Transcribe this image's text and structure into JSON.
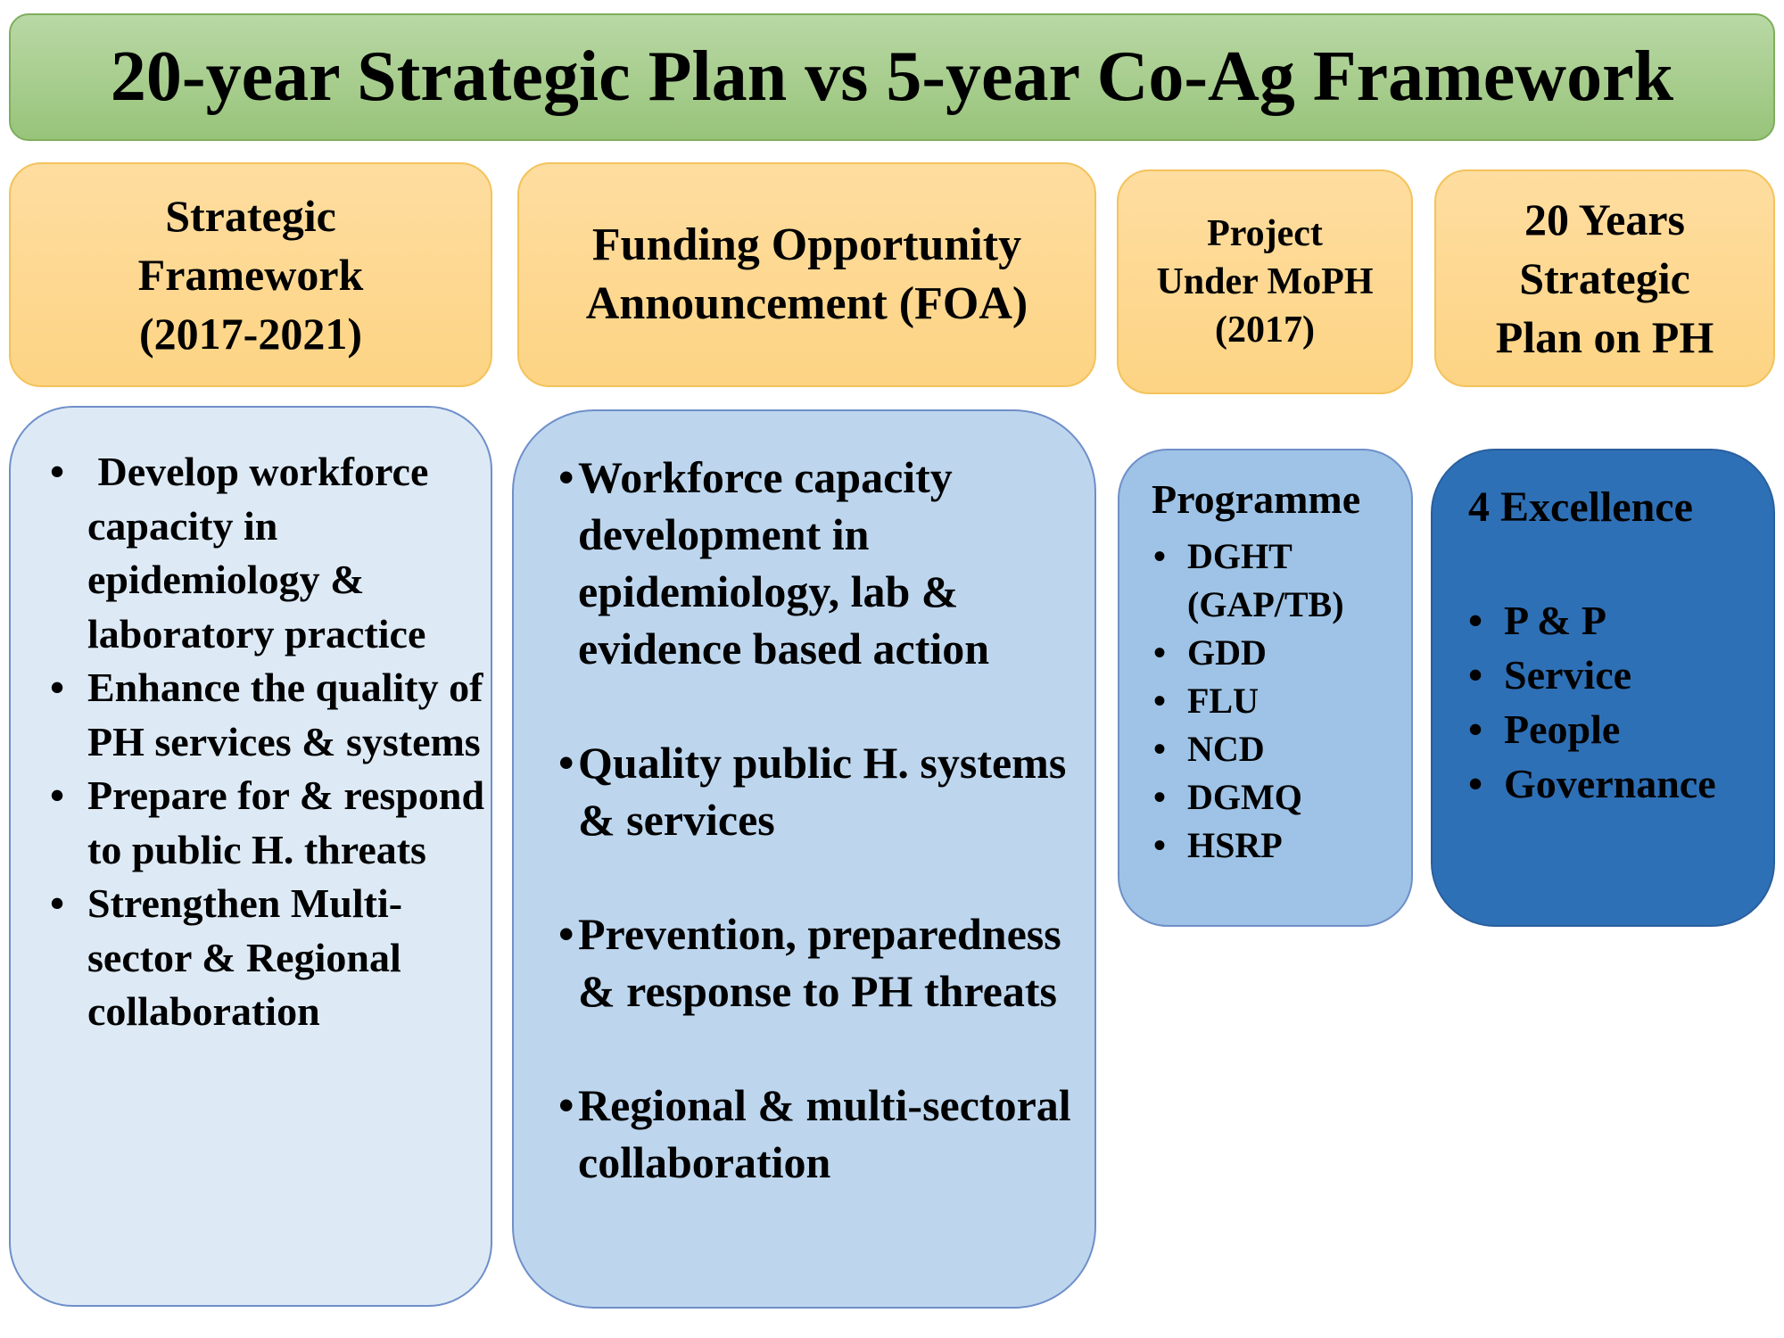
{
  "title": "20-year Strategic Plan vs 5-year Co-Ag Framework",
  "columns": [
    {
      "header": "Strategic\nFramework\n(2017-2021)",
      "items": [
        " Develop workforce capacity in epidemiology & laboratory practice",
        "Enhance the quality of PH services & systems",
        "Prepare for & respond to public H. threats",
        "Strengthen Multi-sector & Regional collaboration"
      ]
    },
    {
      "header": "Funding Opportunity\nAnnouncement (FOA)",
      "items": [
        "Workforce capacity development in epidemiology,  lab & evidence based action",
        "Quality  public H. systems & services",
        "Prevention, preparedness & response to PH threats",
        "Regional & multi-sectoral collaboration"
      ]
    },
    {
      "header": "Project\nUnder MoPH\n(2017)",
      "panel_title": "Programme",
      "items": [
        "DGHT (GAP/TB)",
        "GDD",
        "FLU",
        "NCD",
        "DGMQ",
        "HSRP"
      ]
    },
    {
      "header": "20 Years\nStrategic\nPlan on PH",
      "panel_title": "4 Excellence",
      "items": [
        "P & P",
        "Service",
        "People",
        "Governance"
      ]
    }
  ],
  "colors": {
    "banner": "#a9cf8e",
    "header": "#fed88f",
    "panel1": "#ddeaf6",
    "panel2": "#bdd6ee",
    "panel3": "#9ec3e6",
    "panel4": "#2e70b6"
  }
}
